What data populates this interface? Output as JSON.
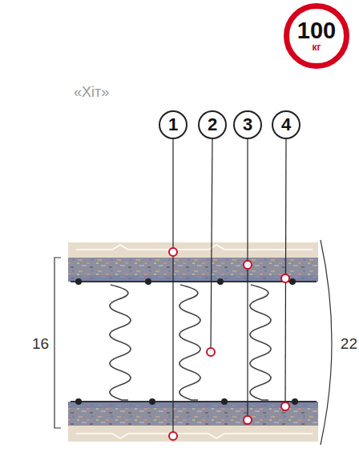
{
  "diagram": {
    "title": "«Хіт»",
    "nodes": [
      {
        "text": [
          "100",
          "кг"
        ]
      },
      {
        "text": [
          "1"
        ]
      },
      {
        "text": [
          "2"
        ]
      },
      {
        "text": [
          "3"
        ]
      },
      {
        "text": [
          "4"
        ]
      }
    ],
    "labels": [
      "16",
      "22"
    ]
  }
}
